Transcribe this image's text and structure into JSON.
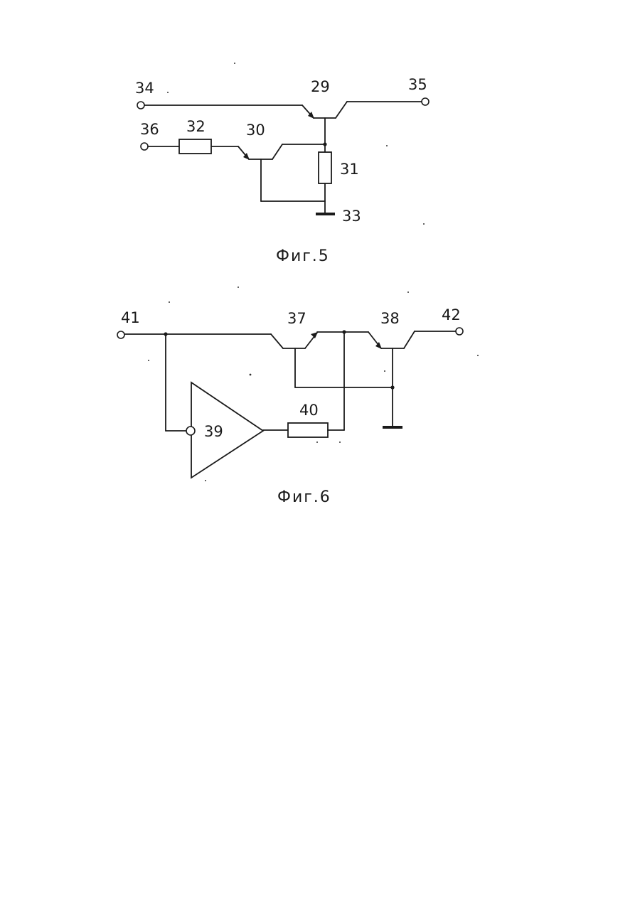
{
  "fig5": {
    "caption": "Фиг.5",
    "labels": {
      "t34": "34",
      "t35": "35",
      "t36": "36",
      "q29": "29",
      "q30": "30",
      "r31": "31",
      "r32": "32",
      "g33": "33"
    }
  },
  "fig6": {
    "caption": "Фиг.6",
    "labels": {
      "t41": "41",
      "t42": "42",
      "q37": "37",
      "q38": "38",
      "a39": "39",
      "r40": "40"
    }
  }
}
